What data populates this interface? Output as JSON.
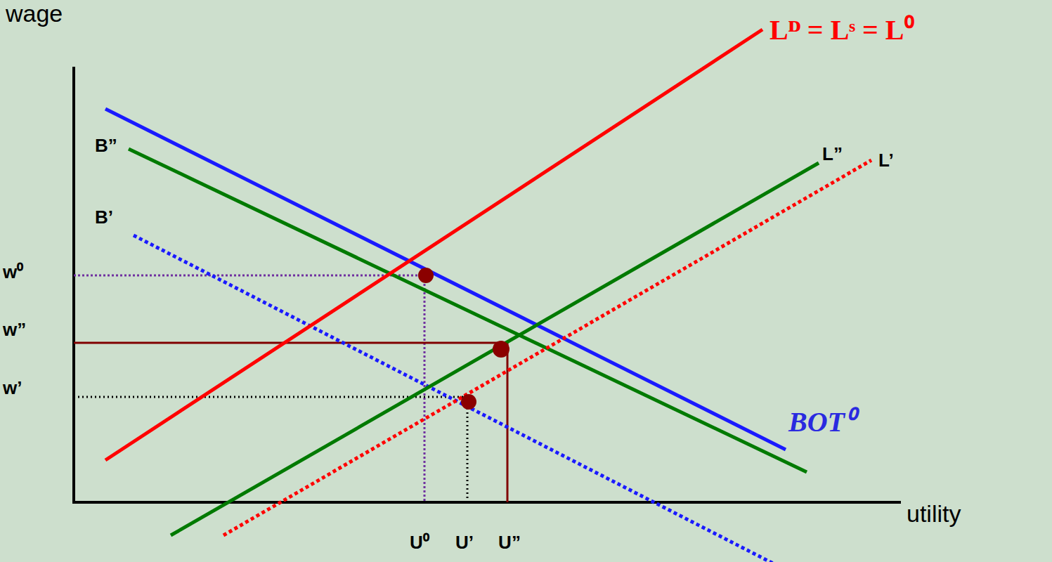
{
  "diagram": {
    "labels": [
      "wage",
      "utility",
      "B”",
      "B’",
      "L”",
      "L’",
      "Lᴰ = Lˢ = L⁰",
      "w⁰",
      "w”",
      "w’",
      "BOT⁰",
      "U⁰",
      "U’",
      "U”"
    ]
  }
}
